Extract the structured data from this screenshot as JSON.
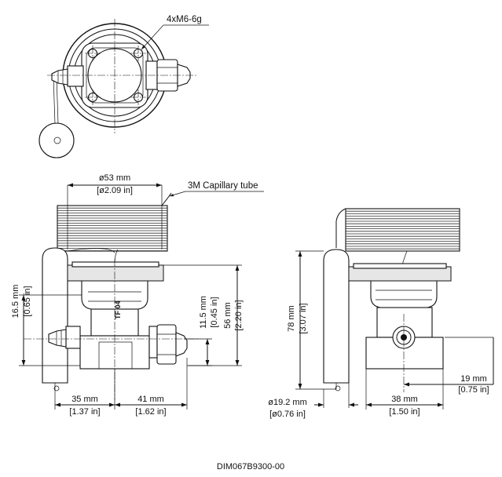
{
  "top_view": {
    "thread_callout": "4xM6-6g"
  },
  "front_view": {
    "dim_diameter_bulb": {
      "mm": "ø53 mm",
      "in": "[ø2.09 in]"
    },
    "capillary_label": "3M Capillary tube",
    "dim_height_left": {
      "mm": "16.5 mm",
      "in": "[0.65 in]"
    },
    "dim_height_inner": {
      "mm": "11.5 mm",
      "in": "[0.45 in]"
    },
    "dim_height_total": {
      "mm": "56 mm",
      "in": "[2.20 in]"
    },
    "dim_width_left": {
      "mm": "35 mm",
      "in": "[1.37 in]"
    },
    "dim_width_right": {
      "mm": "41 mm",
      "in": "[1.62 in]"
    },
    "body_marking": "TF 04"
  },
  "side_view": {
    "dim_height": {
      "mm": "78 mm",
      "in": "[3.07 in]"
    },
    "dim_port_offset": {
      "mm": "19 mm",
      "in": "[0.75 in]"
    },
    "dim_diameter_port": {
      "mm": "ø19.2 mm",
      "in": "[ø0.76 in]"
    },
    "dim_width": {
      "mm": "38 mm",
      "in": "[1.50 in]"
    }
  },
  "drawing_number": "DIM067B9300-00"
}
